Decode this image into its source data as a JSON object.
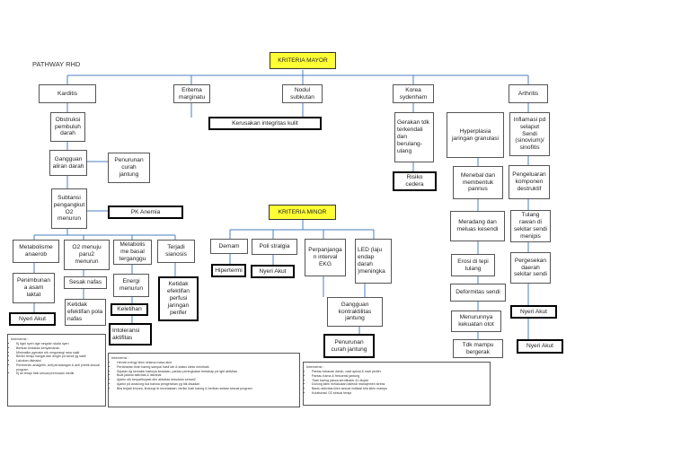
{
  "title": "PATHWAY RHD",
  "nodes": {
    "kriteria_mayor": "KRITERIA MAYOR",
    "karditis": "Karditis",
    "eritema": "Eritema\nmarginatu",
    "nodul": "Nodul\nsubkutan",
    "korea": "Korea\nsydenham",
    "arthritis": "Arthritis",
    "kerusakan": "Kerusakan integritas kulit",
    "obstruksi": "Obstruksi\npembuluh\ndarah",
    "gerakan": "Gerakan tdk\nterkendali\ndan\nberulang-\nulang",
    "hyperplasia": "Hyperplasia\njaringan granulasi",
    "inflamasi": "Inflamasi pd\nselaput\nSendi\n(sinovium)/\nsinofitis",
    "gangguan_aliran": "Gangguan\naliran darah",
    "penurunan_curah1": "Penurunan\ncurah\njantung",
    "risiko": "Risiko\ncedera",
    "menebal": "Menebal dan\nmembentuk\npannus",
    "pengeluaran": "Pengeluaran\nkomponen\ndestruktif",
    "subtansi": "Subtansi\npengangkut\nO2 menurun",
    "pk_anemia": "PK Anemia",
    "kriteria_minor": "KRITERIA MINOR",
    "meradang": "Meradang dan\nmeluas kesendi",
    "tulang_rawan": "Tulang\nrawan di\nsekitar sendi\nmenipis",
    "metabolisme_anaerob": "Metabolisme\nanaerob",
    "o2_menuju": "O2 menuju\nparu2\nmenurun",
    "metabolisme_basal": "Metabolis\nme basal\nterganggu",
    "sianosis": "Terjadi\nsianosis",
    "demam": "Demam",
    "poli_stralgia": "Poli stralgia",
    "perpanjangan": "Perpanjanga\nn interval\nEKG",
    "led": "LED (laju\nendap\ndarah\n)meningka",
    "erosi": "Erosi di tepi\ntulang",
    "pergesekan": "Pergesekan\ndaerah\nsekitar sendi",
    "penimbunan": "Penimbunan\na asam\nlaktat",
    "sesak": "Sesak nafas",
    "energi": "Energi\nmenurun",
    "ketidak_perfusi": "Ketidak\nefektifan\nperfusi\njaringan\nperifer",
    "hipertermi": "Hipertermi",
    "nyeri_akut2": "Nyeri Akut",
    "deformitas": "Deformitas sendi",
    "ketidak_pola": "Ketidak\nefektifan pola\nnafas",
    "keletihan": "Keletihan",
    "gangguan_kontraktilitas": "Gangguan\nkontraktilitas\njantung",
    "nyeri_akut1": "Nyeri Akut",
    "menurunnya": "Menurunnya\nkekuatan otot",
    "nyeri_akut3": "Nyeri Akut",
    "intoleransi": "Intoleransi\naktifitas",
    "penurunan_curah2": "Penurunan\ncurah jantung",
    "tdk_mampu": "Tdk mampu\nbergerak",
    "nyeri_akut4": "Nyeri Akut"
  },
  "notes": {
    "note1": {
      "title": "Intervensi :",
      "items": [
        "Kj tigkt nyeri dge mngnkn skala nyeri",
        "Berikan tindakan kenyamanan",
        "Minimalkn pgerakn utk mngurangi rasa sakit",
        "Berikn terapi hangat dan dingin pd sendi yg sakit",
        "Lakukan distraksi",
        "Pemberian analgetik, anti peradangan & anti piretik sesuai program",
        "Kj ke terapi fisik sesuai premuaan medik"
      ]
    },
    "note2": {
      "title": "Intervensi :",
      "items": [
        "Hemat energy klien selama masa akut",
        "Pertahankn tirah baring sampai hasil lab & status klinis membaik",
        "Sejalan dg semakin baiknya keadaan, pantau peningkatan bertahap pd tgkt aktivitas",
        "Buat jadwal aktivitas & istirahat",
        "Ajarkn utk berpartisipasi dlm aktivitas kebutuhn sehari2",
        "Ajarkn pd anak/org tua bahwa pengerahan yg tdk disadari",
        "Bila terjadi khorea, lindungi dr kecelakaan, berikn tirah baring & berikan sedasi sesuai program"
      ]
    },
    "note3": {
      "title": "Intervensi :",
      "items": [
        "Pantau tekanan darah, nadi apical & nadi perifer",
        "Pantau irama & frekuensi jantung",
        "Tirah baring pasca serofibaler 41 diujiat",
        "Dorong klien melakukan latihndi manajemen stress",
        "Bantu aktivitas klien sesuai indikasi bila klien mampu",
        "Kolaborasi O2 sesuai terapi"
      ]
    }
  }
}
